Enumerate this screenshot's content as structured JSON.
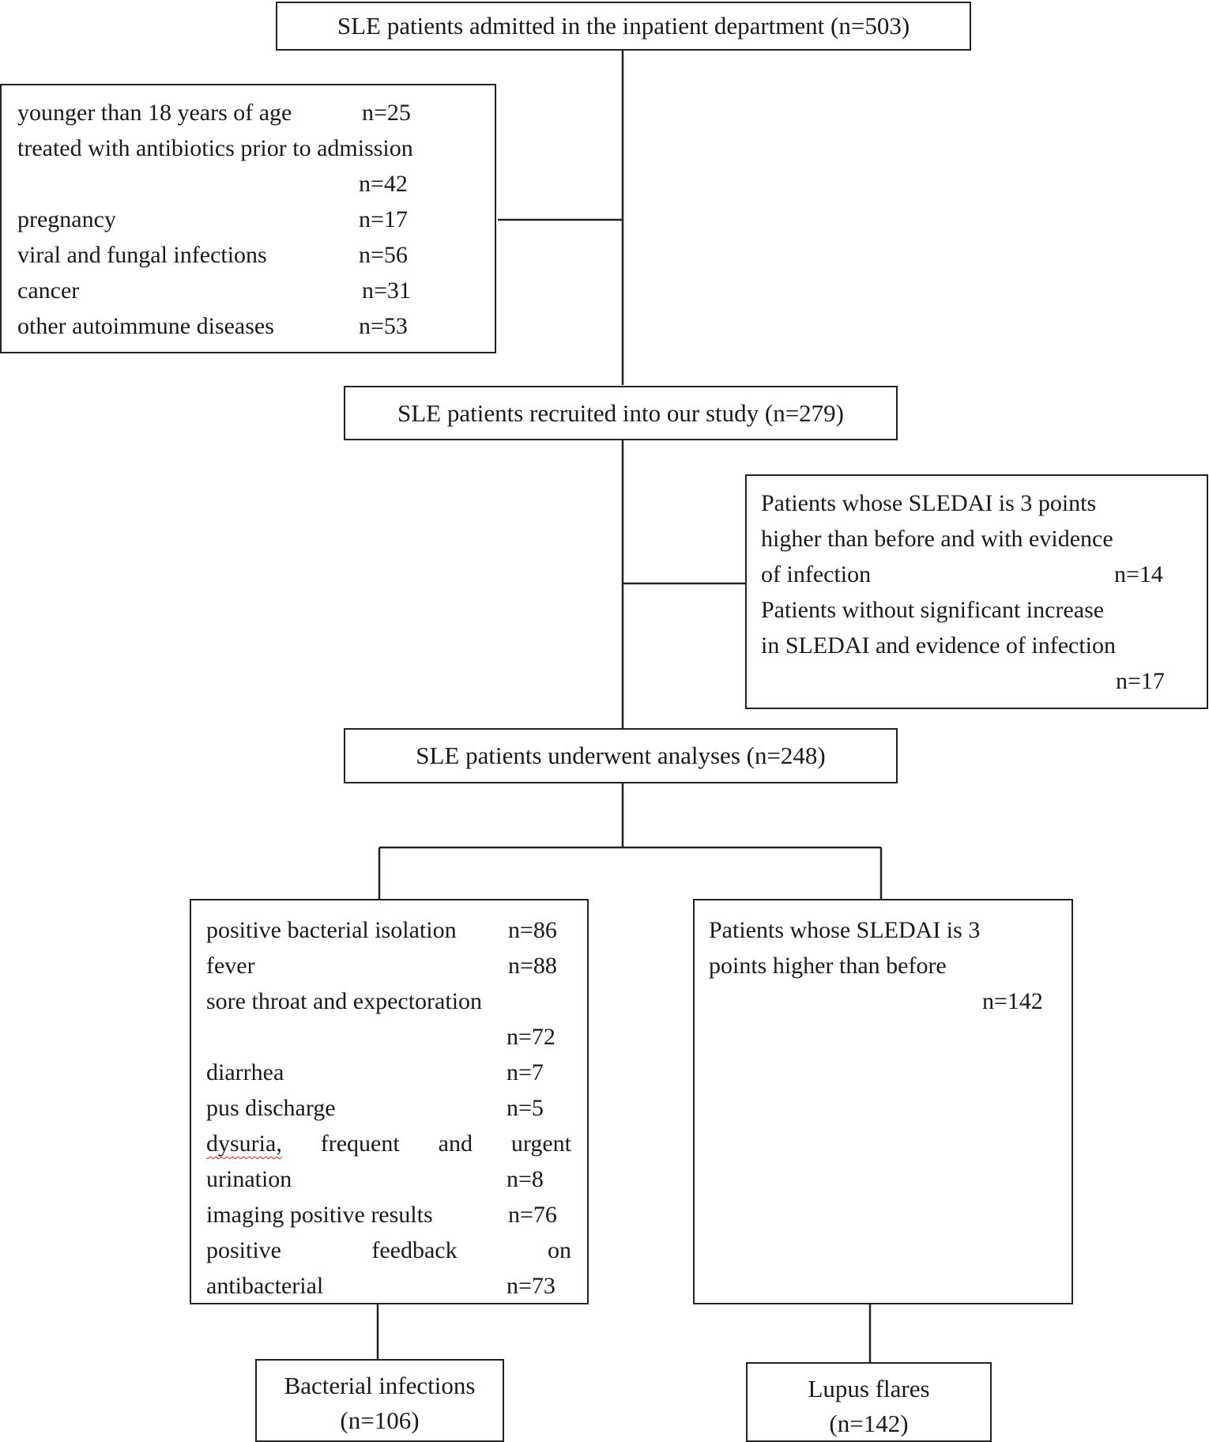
{
  "top_box": {
    "text": "SLE patients admitted in the inpatient department (n=503)"
  },
  "exclusion_box": {
    "rows": [
      {
        "label": "younger than 18 years of age",
        "count": "n=25"
      },
      {
        "label": "treated with antibiotics prior to admission",
        "count": ""
      },
      {
        "label": "",
        "count": "n=42"
      },
      {
        "label": "pregnancy",
        "count": "n=17"
      },
      {
        "label": "viral and fungal infections",
        "count": "n=56"
      },
      {
        "label": "cancer",
        "count": "n=31"
      },
      {
        "label": "other autoimmune diseases",
        "count": "n=53"
      }
    ]
  },
  "recruited_box": {
    "text": "SLE patients recruited into our study (n=279)"
  },
  "excluded_box": {
    "line1": "Patients whose SLEDAI is 3 points",
    "line2": "higher than before and with evidence",
    "line3_label": "of infection",
    "line3_count": "n=14",
    "line4": "Patients without significant increase",
    "line5": "in SLEDAI and evidence of infection",
    "line6_count": "n=17"
  },
  "analysis_box": {
    "text": "SLE patients underwent analyses (n=248)"
  },
  "criteria_box": {
    "r1_label": "positive bacterial isolation",
    "r1_count": "n=86",
    "r2_label": "fever",
    "r2_count": "n=88",
    "r3_label": "sore throat and expectoration",
    "r4_count": "n=72",
    "r5_label": "diarrhea",
    "r5_count": "n=7",
    "r6_label": "pus discharge",
    "r6_count": "n=5",
    "r7_w1": "dysuria,",
    "r7_w2": "frequent",
    "r7_w3": "and",
    "r7_w4": "urgent",
    "r8_label": "urination",
    "r8_count": "n=8",
    "r9_label": "imaging positive results",
    "r9_count": "n=76",
    "r10_w1": "positive",
    "r10_w2": "feedback",
    "r10_w3": "on",
    "r11_label": "antibacterial",
    "r11_count": "n=73"
  },
  "flare_box": {
    "line1": "Patients whose SLEDAI is 3",
    "line2": "points higher than before",
    "count": "n=142"
  },
  "outcome_bacterial": {
    "title": "Bacterial infections",
    "count": "(n=106)"
  },
  "outcome_lupus": {
    "title": "Lupus flares",
    "count": "(n=142)"
  }
}
